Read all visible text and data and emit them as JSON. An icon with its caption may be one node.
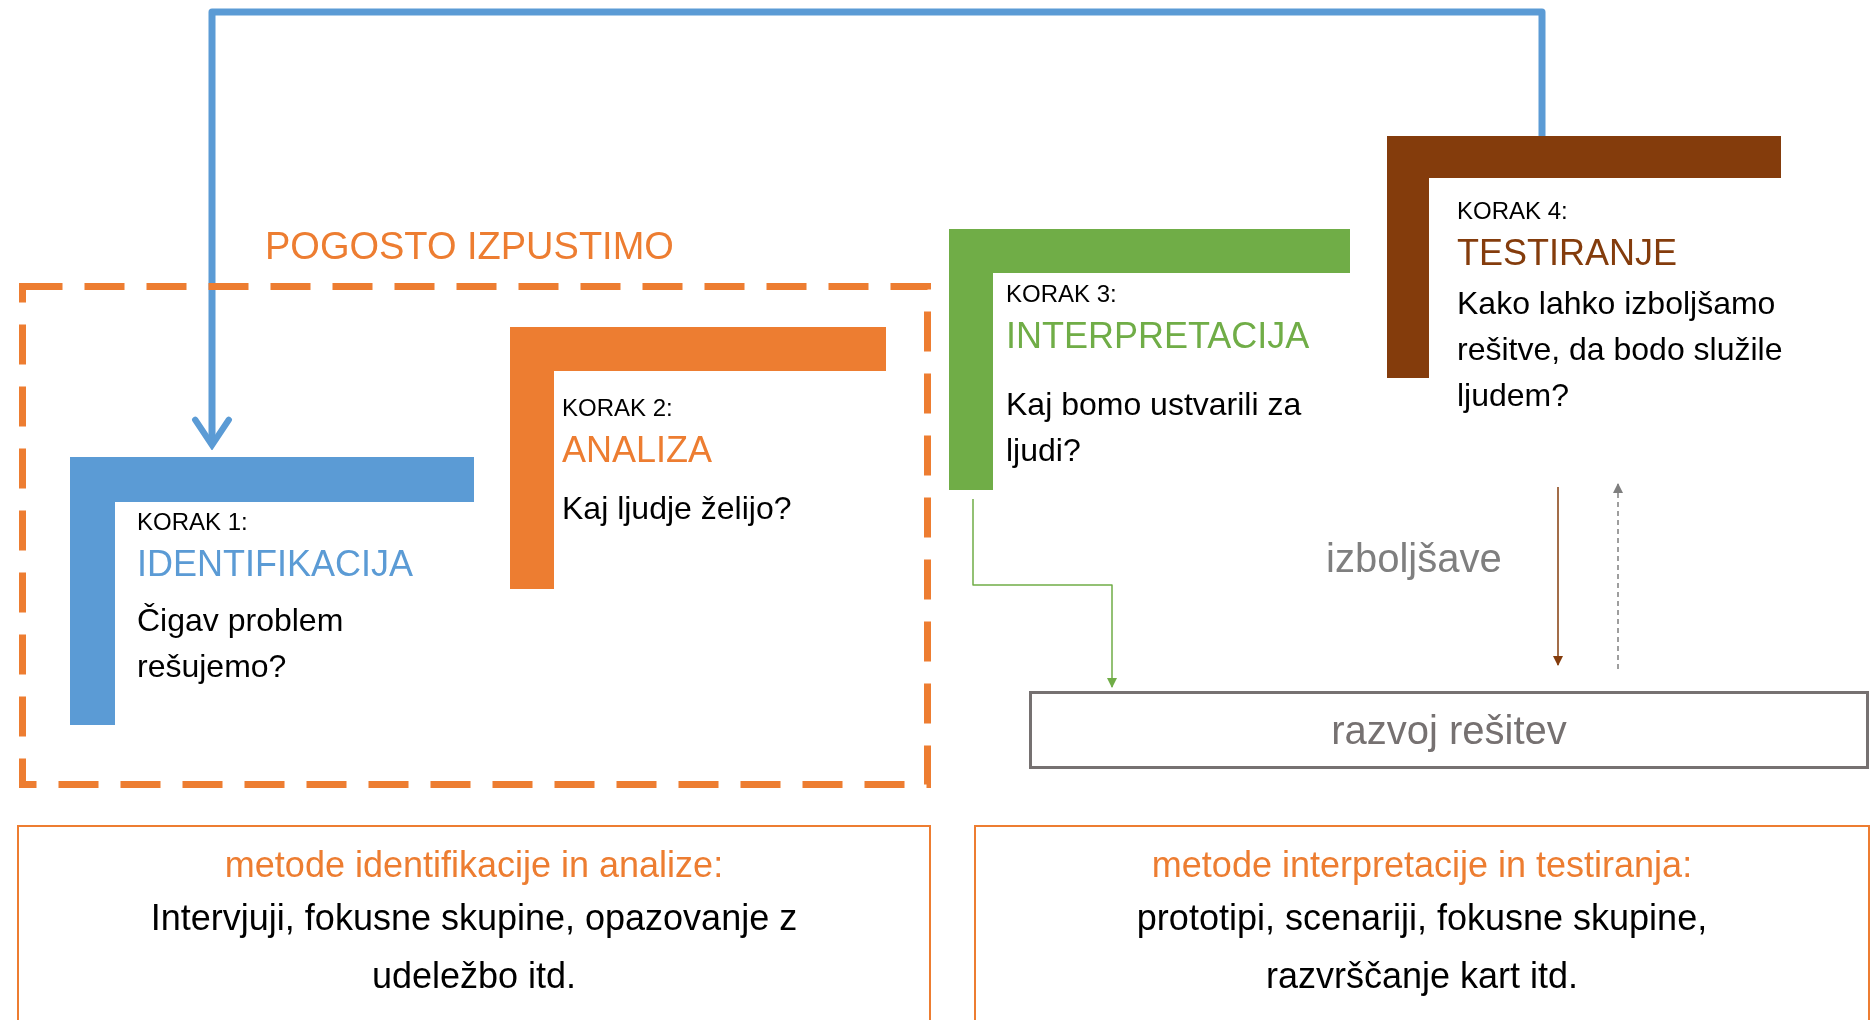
{
  "diagram": {
    "nodes": [
      {
        "text": [
          "POGOSTO IZPUSTIMO"
        ]
      },
      {
        "text": [
          "KORAK 1:",
          "IDENTIFIKACIJA",
          "Čigav problem rešujemo?"
        ],
        "in": 0
      },
      {
        "text": [
          "KORAK 2:",
          "ANALIZA",
          "Kaj ljudje želijo?"
        ],
        "in": 0
      },
      {
        "text": [
          "KORAK 3:",
          "INTERPRETACIJA",
          "Kaj bomo ustvarili za ljudi?"
        ]
      },
      {
        "text": [
          "KORAK 4:",
          "TESTIRANJE",
          "Kako lahko izboljšamo rešitve, da bodo služile ljudem?"
        ]
      },
      {
        "text": [
          "razvoj rešitev"
        ]
      },
      {
        "text": [
          "metode identifikacije in analize:",
          "Intervjuji, fokusne skupine, opazovanje z udeležbo itd."
        ]
      },
      {
        "text": [
          "metode interpretacije in testiranja:",
          "prototipi, scenariji, fokusne skupine, razvrščanje kart itd."
        ]
      }
    ],
    "edges": [
      {
        "from": 4,
        "to": 1,
        "arrow": "to",
        "style": "thick",
        "color": "#5b9bd5"
      },
      {
        "from": 3,
        "to": 5,
        "arrow": "to",
        "color": "#70ad47"
      },
      {
        "from": 4,
        "to": 5,
        "arrow": "to",
        "color": "#843c0c"
      },
      {
        "from": 5,
        "to": 4,
        "arrow": "to",
        "style": "dashed",
        "color": "#7f7f7f"
      }
    ],
    "labels": [
      "izboljšave"
    ]
  }
}
